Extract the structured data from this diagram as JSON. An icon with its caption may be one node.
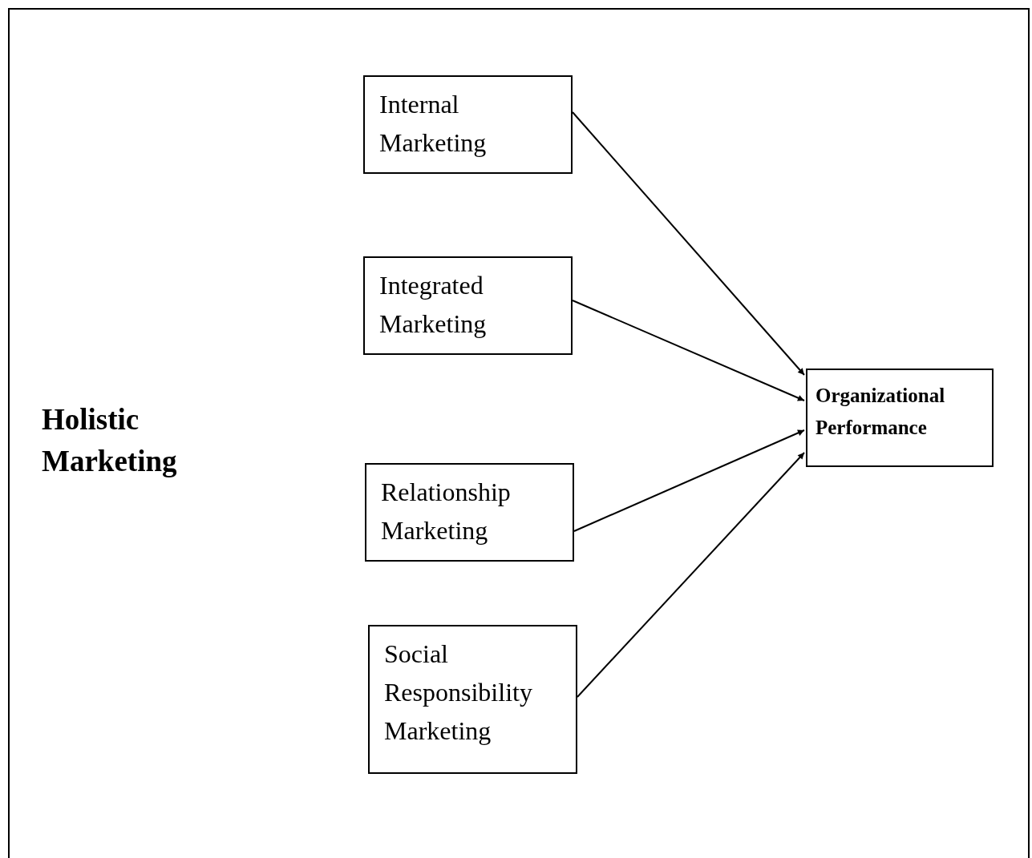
{
  "diagram": {
    "nodes": [
      {
        "text": [
          "Internal Marketing"
        ]
      },
      {
        "text": [
          "Integrated Marketing"
        ]
      },
      {
        "text": [
          "Relationship Marketing"
        ]
      },
      {
        "text": [
          "Social Responsibility Marketing"
        ]
      },
      {
        "text": [
          "Organizational Performance"
        ]
      }
    ],
    "edges": [
      {
        "from": 0,
        "to": 4,
        "arrow": "to"
      },
      {
        "from": 1,
        "to": 4,
        "arrow": "to"
      },
      {
        "from": 2,
        "to": 4,
        "arrow": "to"
      },
      {
        "from": 3,
        "to": 4,
        "arrow": "to"
      }
    ],
    "labels": [
      "Holistic Marketing"
    ]
  }
}
